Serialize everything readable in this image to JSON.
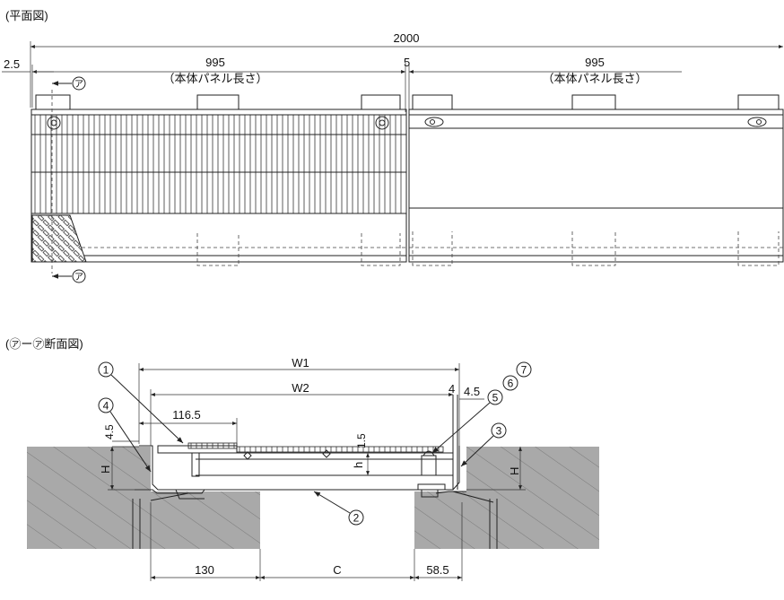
{
  "plan": {
    "title": "(平面図)",
    "total": "2000",
    "gap_left": "2.5",
    "gap_mid": "5",
    "panel_left_len": "995",
    "panel_left_note": "（本体パネル長さ）",
    "panel_right_len": "995",
    "panel_right_note": "（本体パネル長さ）",
    "section_mark_top": "ア",
    "section_mark_bottom": "ア"
  },
  "section": {
    "title": "(㋐ー㋐断面図)",
    "w1": "W1",
    "w2": "W2",
    "d_1165": "116.5",
    "d_45_left": "4.5",
    "d_4": "4",
    "d_45_right": "4.5",
    "d_15": "1.5",
    "h_left": "H",
    "h_small": "h",
    "h_right": "H",
    "d_130": "130",
    "d_c": "C",
    "d_585": "58.5",
    "labels": {
      "n1": "1",
      "n2": "2",
      "n3": "3",
      "n4": "4",
      "n5": "5",
      "n6": "6",
      "n7": "7"
    }
  }
}
